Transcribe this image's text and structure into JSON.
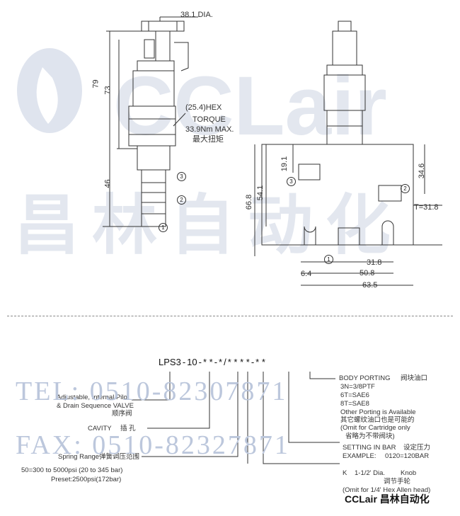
{
  "upper": {
    "knob_dia": "38.1 DIA.",
    "dim_79": "79",
    "dim_73": "73",
    "dim_46": "46",
    "hex_label": "(25.4)HEX",
    "torque_label": "TORQUE",
    "torque_value": "33.9Nm MAX.",
    "torque_cn": "最大扭矩",
    "port_3": "3",
    "port_2": "2",
    "port_1": "1",
    "dim_19_1": "19.1",
    "dim_54_1": "54.1",
    "dim_66_8": "66.8",
    "dim_34_6": "34.6",
    "dim_t": "T=31.8",
    "dim_31_8": "31.8",
    "dim_6_4": "6.4",
    "dim_50_8": "50.8",
    "dim_63_5": "63.5"
  },
  "lower": {
    "code_parts": [
      "LPS3",
      "-",
      "10",
      "-",
      "* *",
      "-",
      "*",
      "/",
      "* * * *",
      "-",
      "* *"
    ],
    "labels": {
      "valve_type_1": "Adjustable, Internal Pilot",
      "valve_type_2": "& Drain Sequence VALVE",
      "valve_type_cn": "顺序阀",
      "cavity": "CAVITY",
      "cavity_cn": "插 孔",
      "spring_range": "Spring Range",
      "spring_range_cn": "弹簧调压范围",
      "spring_50": "50=300 to 5000psi (20 to 345 bar)",
      "preset": "Preset:2500psi(172bar)",
      "body_porting": "BODY PORTING",
      "body_porting_cn": "阀块油口",
      "port_3n": "3N=3/8PTF",
      "port_6t": "6T=SAE6",
      "port_8t": "8T=SAE8",
      "other_porting": "Other Porting is Available",
      "other_porting_cn": "其它螺纹油口也是可能的",
      "omit_cartridge": "(Omit for Cartridge only",
      "omit_cartridge_cn": "省略为不带阀块)",
      "setting": "SETTING IN BAR",
      "setting_cn": "设定压力",
      "example": "EXAMPLE:",
      "example_value": "0120=120BAR",
      "knob_k": "K",
      "knob_dia": "1-1/2' Dia.",
      "knob": "Knob",
      "knob_cn": "调节手轮",
      "omit_hex": "(Omit for 1/4' Hex Allen head)"
    }
  },
  "watermark": {
    "brand": "CCLair",
    "brand_cn": "昌林自动化",
    "tel": "TEL: 0510-82307871",
    "fax": "FAX: 0510-82327871"
  },
  "footer_brand": "CCLair 昌林自动化",
  "colors": {
    "watermark": "#bcc7dc",
    "line": "#333333"
  }
}
